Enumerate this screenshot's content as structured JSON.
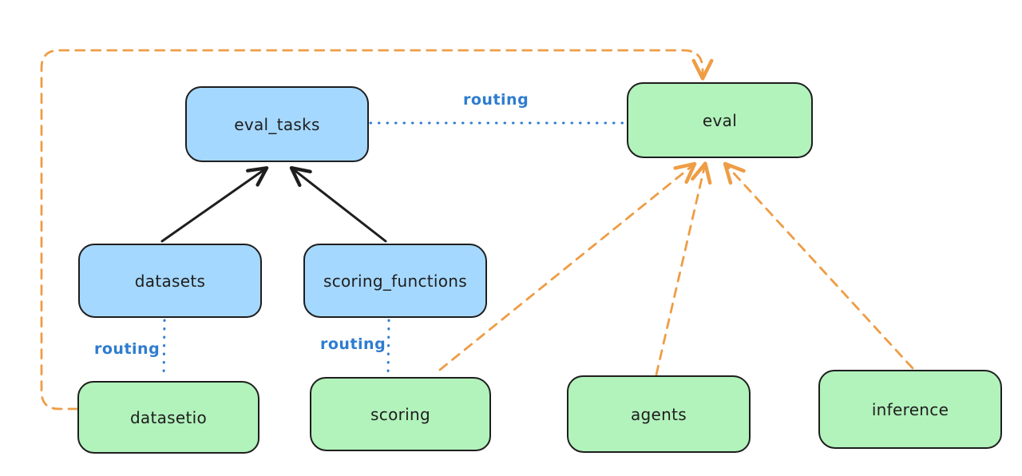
{
  "diagram": {
    "nodes": {
      "eval_tasks": {
        "label": "eval_tasks",
        "kind": "registry"
      },
      "eval": {
        "label": "eval",
        "kind": "api"
      },
      "datasets": {
        "label": "datasets",
        "kind": "registry"
      },
      "scoring_functions": {
        "label": "scoring_functions",
        "kind": "registry"
      },
      "datasetio": {
        "label": "datasetio",
        "kind": "api"
      },
      "scoring": {
        "label": "scoring",
        "kind": "api"
      },
      "agents": {
        "label": "agents",
        "kind": "api"
      },
      "inference": {
        "label": "inference",
        "kind": "api"
      }
    },
    "edge_labels": {
      "routing_top": "routing",
      "routing_left": "routing",
      "routing_mid": "routing"
    },
    "colors": {
      "blue_fill": "#a5d8ff",
      "green_fill": "#b2f2bb",
      "stroke": "#1e1e1e",
      "routing_blue": "#2e7ccf",
      "orange": "#ee9d45",
      "background": "#ffffff"
    }
  }
}
